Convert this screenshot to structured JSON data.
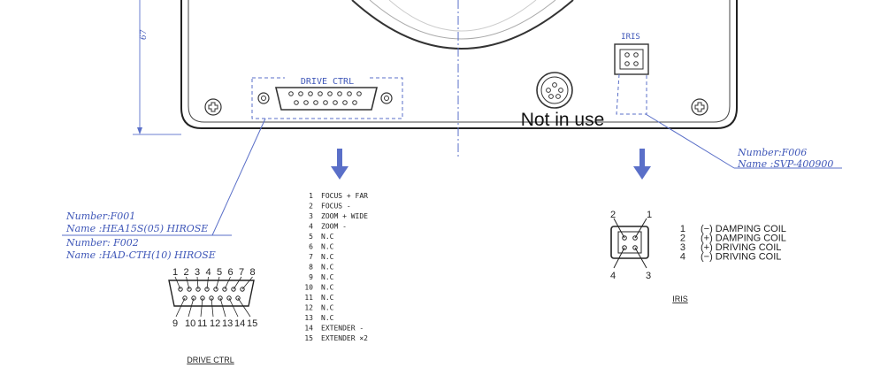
{
  "dimension_label": "67",
  "panel": {
    "drive_ctrl_label": "DRIVE CTRL",
    "iris_label": "IRIS",
    "not_in_use_label": "Not in use"
  },
  "callout_left": {
    "line1": "Number:F001",
    "line2": "Name :HEA15S(05) HIROSE",
    "line3": "Number: F002",
    "line4": "Name :HAD-CTH(10) HIROSE"
  },
  "callout_right": {
    "line1": "Number:F006",
    "line2": "Name :SVP-400900"
  },
  "drive_ctrl_connector": {
    "top_pin_numbers": [
      "1",
      "2",
      "3",
      "4",
      "5",
      "6",
      "7",
      "8"
    ],
    "bottom_pin_numbers": [
      "9",
      "10",
      "11",
      "12",
      "13",
      "14",
      "15"
    ],
    "caption": "DRIVE CTRL"
  },
  "drive_ctrl_pins": [
    {
      "num": "1",
      "signal": "FOCUS + FAR"
    },
    {
      "num": "2",
      "signal": "FOCUS -"
    },
    {
      "num": "3",
      "signal": "ZOOM + WIDE"
    },
    {
      "num": "4",
      "signal": "ZOOM -"
    },
    {
      "num": "5",
      "signal": "N.C"
    },
    {
      "num": "6",
      "signal": "N.C"
    },
    {
      "num": "7",
      "signal": "N.C"
    },
    {
      "num": "8",
      "signal": "N.C"
    },
    {
      "num": "9",
      "signal": "N.C"
    },
    {
      "num": "10",
      "signal": "N.C"
    },
    {
      "num": "11",
      "signal": "N.C"
    },
    {
      "num": "12",
      "signal": "N.C"
    },
    {
      "num": "13",
      "signal": "N.C"
    },
    {
      "num": "14",
      "signal": "EXTENDER -"
    },
    {
      "num": "15",
      "signal": "EXTENDER ×2"
    }
  ],
  "iris_connector": {
    "pin_top_left": "2",
    "pin_top_right": "1",
    "pin_bottom_left": "4",
    "pin_bottom_right": "3",
    "caption": "IRIS"
  },
  "iris_pins": [
    {
      "num": "1",
      "signal": "(−) DAMPING COIL"
    },
    {
      "num": "2",
      "signal": "(+) DAMPING COIL"
    },
    {
      "num": "3",
      "signal": "(+) DRIVING COIL"
    },
    {
      "num": "4",
      "signal": "(−) DRIVING COIL"
    }
  ]
}
